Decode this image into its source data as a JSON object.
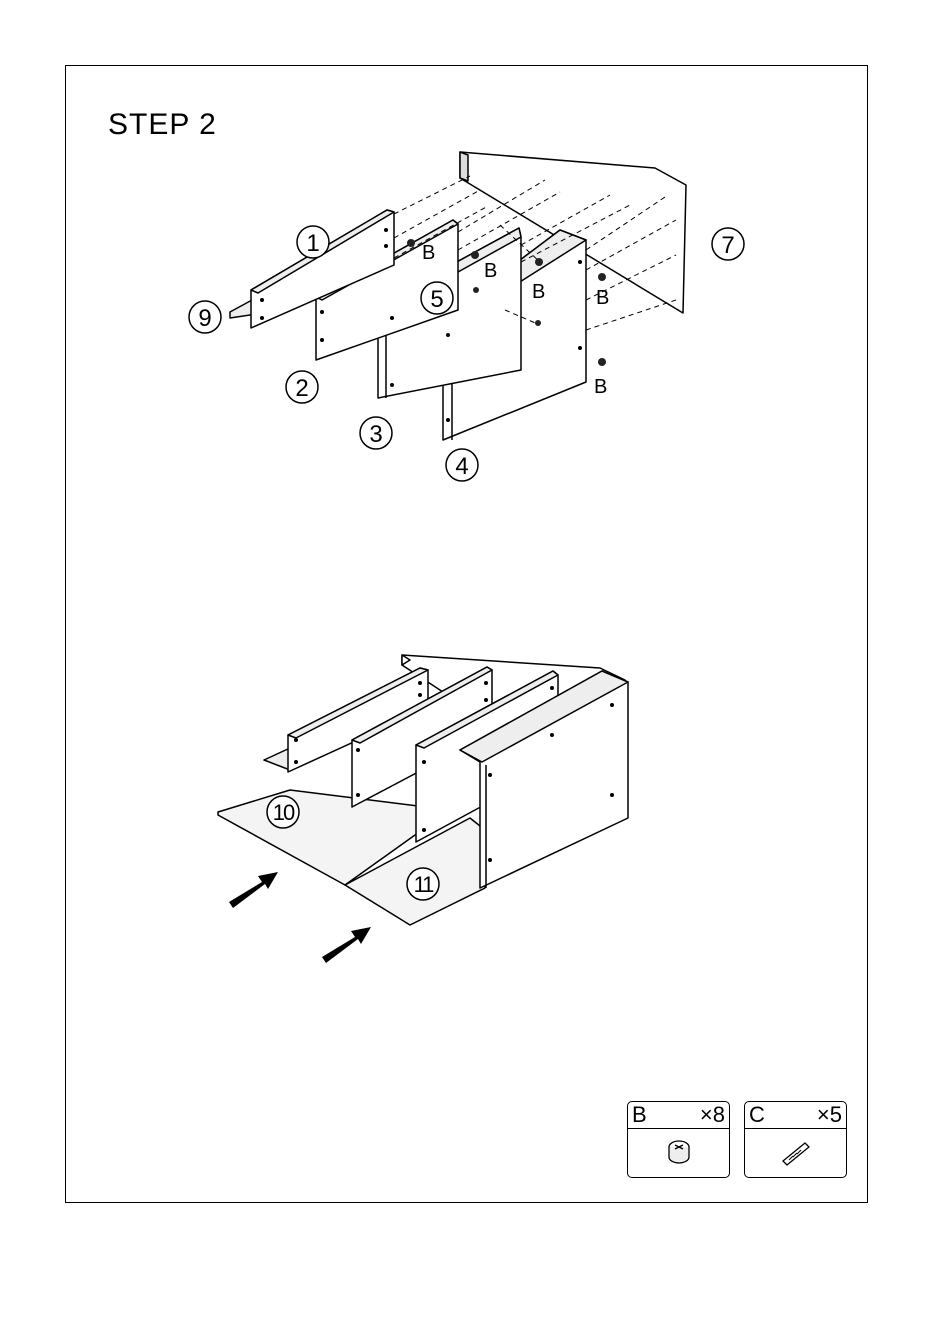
{
  "step": {
    "title": "STEP  2"
  },
  "top_callouts": {
    "p1": "1",
    "p2": "2",
    "p3": "3",
    "p4": "4",
    "p5": "5",
    "p7": "7",
    "p9": "9",
    "b": "B"
  },
  "bottom_callouts": {
    "p10": "10",
    "p11": "11"
  },
  "parts": [
    {
      "code": "B",
      "qty": "×8",
      "icon": "cam-lock-icon"
    },
    {
      "code": "C",
      "qty": "×5",
      "icon": "dowel-icon"
    }
  ]
}
